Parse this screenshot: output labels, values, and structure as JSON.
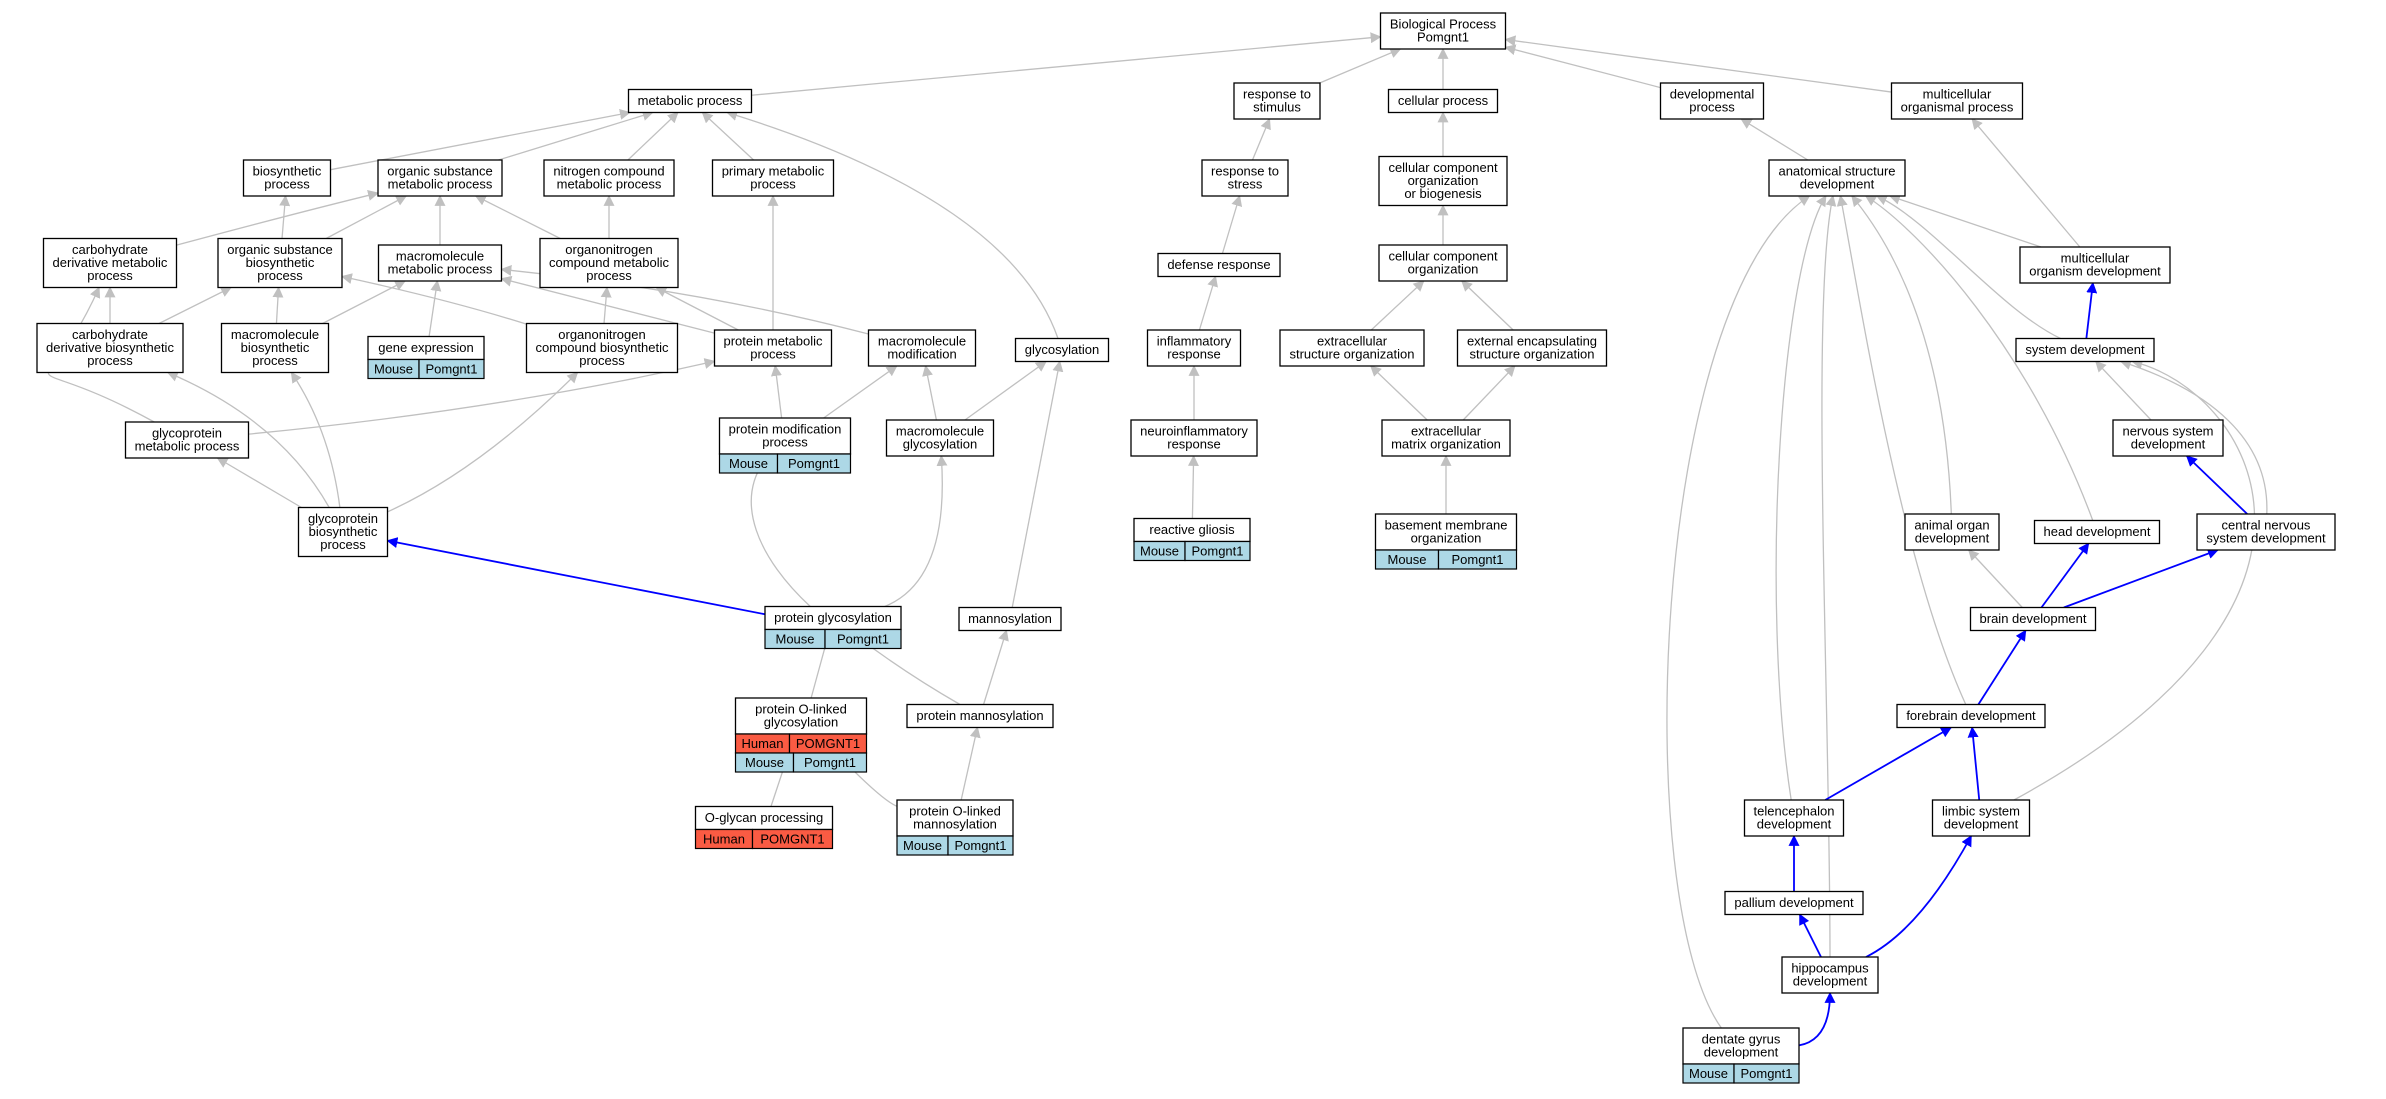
{
  "colors": {
    "gray_edge": "#c0c0c0",
    "blue_edge": "#0000ff",
    "mouse_fill": "#add8e6",
    "human_fill": "#fa5b43"
  },
  "nodes": [
    {
      "id": "bp",
      "lines": [
        "Biological Process",
        "Pomgnt1"
      ],
      "badges": []
    },
    {
      "id": "metabolic",
      "lines": [
        "metabolic process"
      ],
      "badges": []
    },
    {
      "id": "response_stimulus",
      "lines": [
        "response to",
        "stimulus"
      ],
      "badges": []
    },
    {
      "id": "cellular_process",
      "lines": [
        "cellular process"
      ],
      "badges": []
    },
    {
      "id": "developmental",
      "lines": [
        "developmental",
        "process"
      ],
      "badges": []
    },
    {
      "id": "multicellular_org",
      "lines": [
        "multicellular",
        "organismal process"
      ],
      "badges": []
    },
    {
      "id": "biosynthetic",
      "lines": [
        "biosynthetic",
        "process"
      ],
      "badges": []
    },
    {
      "id": "org_subst_metab",
      "lines": [
        "organic substance",
        "metabolic process"
      ],
      "badges": []
    },
    {
      "id": "nitrogen_metab",
      "lines": [
        "nitrogen compound",
        "metabolic process"
      ],
      "badges": []
    },
    {
      "id": "primary_metab",
      "lines": [
        "primary metabolic",
        "process"
      ],
      "badges": []
    },
    {
      "id": "response_stress",
      "lines": [
        "response to",
        "stress"
      ],
      "badges": []
    },
    {
      "id": "cc_org_biogenesis",
      "lines": [
        "cellular component",
        "organization",
        "or biogenesis"
      ],
      "badges": []
    },
    {
      "id": "anat_struct_dev",
      "lines": [
        "anatomical structure",
        "development"
      ],
      "badges": []
    },
    {
      "id": "carb_deriv_metab",
      "lines": [
        "carbohydrate",
        "derivative metabolic",
        "process"
      ],
      "badges": []
    },
    {
      "id": "org_subst_biosyn",
      "lines": [
        "organic substance",
        "biosynthetic",
        "process"
      ],
      "badges": []
    },
    {
      "id": "macromol_metab",
      "lines": [
        "macromolecule",
        "metabolic process"
      ],
      "badges": []
    },
    {
      "id": "organonitrogen_metab",
      "lines": [
        "organonitrogen",
        "compound metabolic",
        "process"
      ],
      "badges": []
    },
    {
      "id": "defense_response",
      "lines": [
        "defense response"
      ],
      "badges": []
    },
    {
      "id": "cc_org",
      "lines": [
        "cellular component",
        "organization"
      ],
      "badges": []
    },
    {
      "id": "multicell_org_dev",
      "lines": [
        "multicellular",
        "organism development"
      ],
      "badges": []
    },
    {
      "id": "carb_deriv_biosyn",
      "lines": [
        "carbohydrate",
        "derivative biosynthetic",
        "process"
      ],
      "badges": []
    },
    {
      "id": "macromol_biosyn",
      "lines": [
        "macromolecule",
        "biosynthetic",
        "process"
      ],
      "badges": []
    },
    {
      "id": "gene_expression",
      "lines": [
        "gene expression"
      ],
      "badges": [
        [
          "Mouse",
          "Pomgnt1"
        ]
      ]
    },
    {
      "id": "organonitrogen_biosyn",
      "lines": [
        "organonitrogen",
        "compound biosynthetic",
        "process"
      ],
      "badges": []
    },
    {
      "id": "protein_metab",
      "lines": [
        "protein metabolic",
        "process"
      ],
      "badges": []
    },
    {
      "id": "macromol_mod",
      "lines": [
        "macromolecule",
        "modification"
      ],
      "badges": []
    },
    {
      "id": "glycosylation",
      "lines": [
        "glycosylation"
      ],
      "badges": []
    },
    {
      "id": "inflammatory",
      "lines": [
        "inflammatory",
        "response"
      ],
      "badges": []
    },
    {
      "id": "extracell_struct_org",
      "lines": [
        "extracellular",
        "structure organization"
      ],
      "badges": []
    },
    {
      "id": "ext_encaps_struct_org",
      "lines": [
        "external encapsulating",
        "structure organization"
      ],
      "badges": []
    },
    {
      "id": "system_dev",
      "lines": [
        "system development"
      ],
      "badges": []
    },
    {
      "id": "glycoprotein_metab",
      "lines": [
        "glycoprotein",
        "metabolic process"
      ],
      "badges": []
    },
    {
      "id": "protein_mod",
      "lines": [
        "protein modification",
        "process"
      ],
      "badges": [
        [
          "Mouse",
          "Pomgnt1"
        ]
      ]
    },
    {
      "id": "macromol_glycosyl",
      "lines": [
        "macromolecule",
        "glycosylation"
      ],
      "badges": []
    },
    {
      "id": "neuroinflammatory",
      "lines": [
        "neuroinflammatory",
        "response"
      ],
      "badges": []
    },
    {
      "id": "ecm_org",
      "lines": [
        "extracellular",
        "matrix organization"
      ],
      "badges": []
    },
    {
      "id": "nervous_sys_dev",
      "lines": [
        "nervous system",
        "development"
      ],
      "badges": []
    },
    {
      "id": "glycoprotein_biosyn",
      "lines": [
        "glycoprotein",
        "biosynthetic",
        "process"
      ],
      "badges": []
    },
    {
      "id": "reactive_gliosis",
      "lines": [
        "reactive gliosis"
      ],
      "badges": [
        [
          "Mouse",
          "Pomgnt1"
        ]
      ]
    },
    {
      "id": "basement_membrane_org",
      "lines": [
        "basement membrane",
        "organization"
      ],
      "badges": [
        [
          "Mouse",
          "Pomgnt1"
        ]
      ]
    },
    {
      "id": "animal_organ_dev",
      "lines": [
        "animal organ",
        "development"
      ],
      "badges": []
    },
    {
      "id": "head_dev",
      "lines": [
        "head development"
      ],
      "badges": []
    },
    {
      "id": "cns_dev",
      "lines": [
        "central nervous",
        "system development"
      ],
      "badges": []
    },
    {
      "id": "protein_glycosyl",
      "lines": [
        "protein glycosylation"
      ],
      "badges": [
        [
          "Mouse",
          "Pomgnt1"
        ]
      ]
    },
    {
      "id": "mannosylation",
      "lines": [
        "mannosylation"
      ],
      "badges": []
    },
    {
      "id": "brain_dev",
      "lines": [
        "brain development"
      ],
      "badges": []
    },
    {
      "id": "protein_o_glycosyl",
      "lines": [
        "protein O-linked",
        "glycosylation"
      ],
      "badges": [
        [
          "Human",
          "POMGNT1"
        ],
        [
          "Mouse",
          "Pomgnt1"
        ]
      ]
    },
    {
      "id": "protein_mannosyl",
      "lines": [
        "protein mannosylation"
      ],
      "badges": []
    },
    {
      "id": "forebrain_dev",
      "lines": [
        "forebrain development"
      ],
      "badges": []
    },
    {
      "id": "o_glycan_processing",
      "lines": [
        "O-glycan processing"
      ],
      "badges": [
        [
          "Human",
          "POMGNT1"
        ]
      ]
    },
    {
      "id": "protein_o_mannosyl",
      "lines": [
        "protein O-linked",
        "mannosylation"
      ],
      "badges": [
        [
          "Mouse",
          "Pomgnt1"
        ]
      ]
    },
    {
      "id": "telencephalon_dev",
      "lines": [
        "telencephalon",
        "development"
      ],
      "badges": []
    },
    {
      "id": "limbic_dev",
      "lines": [
        "limbic system",
        "development"
      ],
      "badges": []
    },
    {
      "id": "pallium_dev",
      "lines": [
        "pallium development"
      ],
      "badges": []
    },
    {
      "id": "hippocampus_dev",
      "lines": [
        "hippocampus",
        "development"
      ],
      "badges": []
    },
    {
      "id": "dentate_gyrus_dev",
      "lines": [
        "dentate gyrus",
        "development"
      ],
      "badges": [
        [
          "Mouse",
          "Pomgnt1"
        ]
      ]
    }
  ],
  "edges": [
    {
      "from": "metabolic",
      "to": "bp",
      "color": "gray"
    },
    {
      "from": "response_stimulus",
      "to": "bp",
      "color": "gray"
    },
    {
      "from": "cellular_process",
      "to": "bp",
      "color": "gray"
    },
    {
      "from": "developmental",
      "to": "bp",
      "color": "gray"
    },
    {
      "from": "multicellular_org",
      "to": "bp",
      "color": "gray"
    },
    {
      "from": "biosynthetic",
      "to": "metabolic",
      "color": "gray"
    },
    {
      "from": "org_subst_metab",
      "to": "metabolic",
      "color": "gray"
    },
    {
      "from": "nitrogen_metab",
      "to": "metabolic",
      "color": "gray"
    },
    {
      "from": "primary_metab",
      "to": "metabolic",
      "color": "gray"
    },
    {
      "from": "glycosylation",
      "to": "metabolic",
      "color": "gray"
    },
    {
      "from": "response_stress",
      "to": "response_stimulus",
      "color": "gray"
    },
    {
      "from": "cc_org_biogenesis",
      "to": "cellular_process",
      "color": "gray"
    },
    {
      "from": "anat_struct_dev",
      "to": "developmental",
      "color": "gray"
    },
    {
      "from": "multicell_org_dev",
      "to": "multicellular_org",
      "color": "gray"
    },
    {
      "from": "carb_deriv_metab",
      "to": "org_subst_metab",
      "color": "gray"
    },
    {
      "from": "org_subst_biosyn",
      "to": "org_subst_metab",
      "color": "gray"
    },
    {
      "from": "macromol_metab",
      "to": "org_subst_metab",
      "color": "gray"
    },
    {
      "from": "organonitrogen_metab",
      "to": "org_subst_metab",
      "color": "gray"
    },
    {
      "from": "organonitrogen_metab",
      "to": "nitrogen_metab",
      "color": "gray"
    },
    {
      "from": "org_subst_biosyn",
      "to": "biosynthetic",
      "color": "gray"
    },
    {
      "from": "protein_metab",
      "to": "primary_metab",
      "color": "gray"
    },
    {
      "from": "defense_response",
      "to": "response_stress",
      "color": "gray"
    },
    {
      "from": "cc_org",
      "to": "cc_org_biogenesis",
      "color": "gray"
    },
    {
      "from": "multicell_org_dev",
      "to": "anat_struct_dev",
      "color": "gray"
    },
    {
      "from": "system_dev",
      "to": "anat_struct_dev",
      "color": "gray"
    },
    {
      "from": "animal_organ_dev",
      "to": "anat_struct_dev",
      "color": "gray"
    },
    {
      "from": "head_dev",
      "to": "anat_struct_dev",
      "color": "gray"
    },
    {
      "from": "forebrain_dev",
      "to": "anat_struct_dev",
      "color": "gray"
    },
    {
      "from": "telencephalon_dev",
      "to": "anat_struct_dev",
      "color": "gray"
    },
    {
      "from": "hippocampus_dev",
      "to": "anat_struct_dev",
      "color": "gray"
    },
    {
      "from": "dentate_gyrus_dev",
      "to": "anat_struct_dev",
      "color": "gray"
    },
    {
      "from": "carb_deriv_biosyn",
      "to": "carb_deriv_metab",
      "color": "gray"
    },
    {
      "from": "glycoprotein_metab",
      "to": "carb_deriv_metab",
      "color": "gray"
    },
    {
      "from": "carb_deriv_biosyn",
      "to": "org_subst_biosyn",
      "color": "gray"
    },
    {
      "from": "macromol_biosyn",
      "to": "org_subst_biosyn",
      "color": "gray"
    },
    {
      "from": "organonitrogen_biosyn",
      "to": "org_subst_biosyn",
      "color": "gray"
    },
    {
      "from": "macromol_biosyn",
      "to": "macromol_metab",
      "color": "gray"
    },
    {
      "from": "gene_expression",
      "to": "macromol_metab",
      "color": "gray"
    },
    {
      "from": "protein_metab",
      "to": "macromol_metab",
      "color": "gray"
    },
    {
      "from": "macromol_mod",
      "to": "macromol_metab",
      "color": "gray"
    },
    {
      "from": "organonitrogen_biosyn",
      "to": "organonitrogen_metab",
      "color": "gray"
    },
    {
      "from": "protein_metab",
      "to": "organonitrogen_metab",
      "color": "gray"
    },
    {
      "from": "inflammatory",
      "to": "defense_response",
      "color": "gray"
    },
    {
      "from": "extracell_struct_org",
      "to": "cc_org",
      "color": "gray"
    },
    {
      "from": "ext_encaps_struct_org",
      "to": "cc_org",
      "color": "gray"
    },
    {
      "from": "system_dev",
      "to": "multicell_org_dev",
      "color": "blue"
    },
    {
      "from": "glycoprotein_biosyn",
      "to": "carb_deriv_biosyn",
      "color": "gray"
    },
    {
      "from": "glycoprotein_biosyn",
      "to": "macromol_biosyn",
      "color": "gray"
    },
    {
      "from": "glycoprotein_biosyn",
      "to": "organonitrogen_biosyn",
      "color": "gray"
    },
    {
      "from": "glycoprotein_metab",
      "to": "protein_metab",
      "color": "gray"
    },
    {
      "from": "protein_mod",
      "to": "protein_metab",
      "color": "gray"
    },
    {
      "from": "protein_mod",
      "to": "macromol_mod",
      "color": "gray"
    },
    {
      "from": "macromol_glycosyl",
      "to": "macromol_mod",
      "color": "gray"
    },
    {
      "from": "macromol_glycosyl",
      "to": "glycosylation",
      "color": "gray"
    },
    {
      "from": "mannosylation",
      "to": "glycosylation",
      "color": "gray"
    },
    {
      "from": "neuroinflammatory",
      "to": "inflammatory",
      "color": "gray"
    },
    {
      "from": "ecm_org",
      "to": "extracell_struct_org",
      "color": "gray"
    },
    {
      "from": "ecm_org",
      "to": "ext_encaps_struct_org",
      "color": "gray"
    },
    {
      "from": "nervous_sys_dev",
      "to": "system_dev",
      "color": "gray"
    },
    {
      "from": "cns_dev",
      "to": "system_dev",
      "color": "gray"
    },
    {
      "from": "limbic_dev",
      "to": "system_dev",
      "color": "gray"
    },
    {
      "from": "glycoprotein_biosyn",
      "to": "glycoprotein_metab",
      "color": "gray"
    },
    {
      "from": "protein_glycosyl",
      "to": "protein_mod",
      "color": "gray"
    },
    {
      "from": "protein_glycosyl",
      "to": "macromol_glycosyl",
      "color": "gray"
    },
    {
      "from": "reactive_gliosis",
      "to": "neuroinflammatory",
      "color": "gray"
    },
    {
      "from": "basement_membrane_org",
      "to": "ecm_org",
      "color": "gray"
    },
    {
      "from": "cns_dev",
      "to": "nervous_sys_dev",
      "color": "blue"
    },
    {
      "from": "protein_glycosyl",
      "to": "glycoprotein_biosyn",
      "color": "blue"
    },
    {
      "from": "brain_dev",
      "to": "animal_organ_dev",
      "color": "gray"
    },
    {
      "from": "brain_dev",
      "to": "head_dev",
      "color": "blue"
    },
    {
      "from": "brain_dev",
      "to": "cns_dev",
      "color": "blue"
    },
    {
      "from": "protein_o_glycosyl",
      "to": "protein_glycosyl",
      "color": "gray"
    },
    {
      "from": "protein_mannosyl",
      "to": "protein_glycosyl",
      "color": "gray"
    },
    {
      "from": "protein_mannosyl",
      "to": "mannosylation",
      "color": "gray"
    },
    {
      "from": "forebrain_dev",
      "to": "brain_dev",
      "color": "blue"
    },
    {
      "from": "o_glycan_processing",
      "to": "protein_o_glycosyl",
      "color": "gray"
    },
    {
      "from": "protein_o_mannosyl",
      "to": "protein_o_glycosyl",
      "color": "gray"
    },
    {
      "from": "protein_o_mannosyl",
      "to": "protein_mannosyl",
      "color": "gray"
    },
    {
      "from": "telencephalon_dev",
      "to": "forebrain_dev",
      "color": "blue"
    },
    {
      "from": "limbic_dev",
      "to": "forebrain_dev",
      "color": "blue"
    },
    {
      "from": "pallium_dev",
      "to": "telencephalon_dev",
      "color": "blue"
    },
    {
      "from": "hippocampus_dev",
      "to": "pallium_dev",
      "color": "blue"
    },
    {
      "from": "hippocampus_dev",
      "to": "limbic_dev",
      "color": "blue"
    },
    {
      "from": "dentate_gyrus_dev",
      "to": "hippocampus_dev",
      "color": "blue"
    }
  ]
}
